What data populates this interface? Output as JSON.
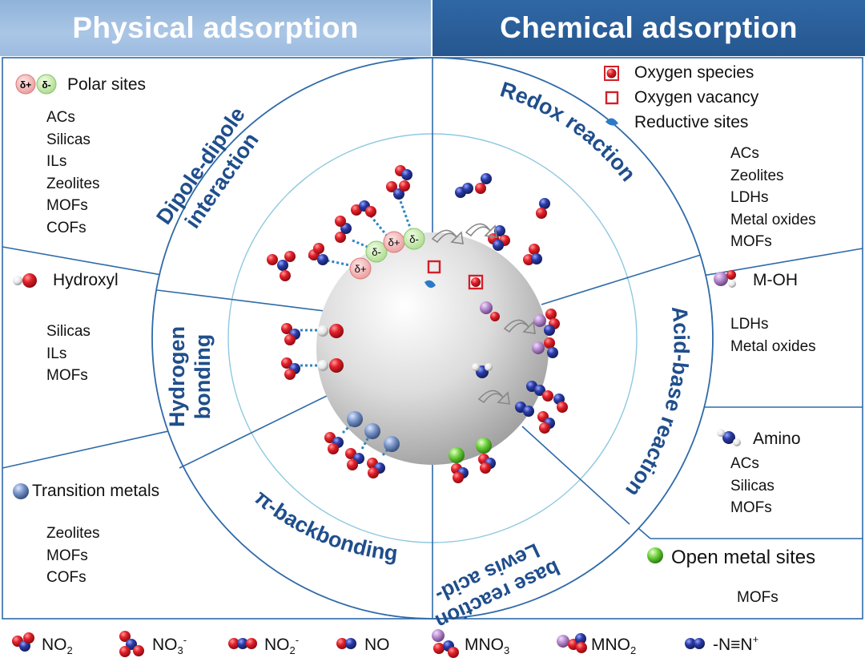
{
  "headers": {
    "physical": "Physical adsorption",
    "chemical": "Chemical adsorption"
  },
  "sectors": {
    "dipole": [
      "Dipole-dipole",
      "interaction"
    ],
    "redox": "Redox reaction",
    "hbond": [
      "Hydrogen",
      "bonding"
    ],
    "acidbase": "Acid-base reaction",
    "pi": "π-backbonding",
    "lewis": [
      "Lewis acid-",
      "base reaction"
    ]
  },
  "panels": {
    "polar": {
      "title": "Polar sites",
      "icon_labels": [
        "δ+",
        "δ-"
      ],
      "items": [
        "ACs",
        "Silicas",
        "ILs",
        "Zeolites",
        "MOFs",
        "COFs"
      ]
    },
    "hydroxyl": {
      "title": "Hydroxyl",
      "items": [
        "Silicas",
        "ILs",
        "MOFs"
      ]
    },
    "transition": {
      "title": "Transition metals",
      "items": [
        "Zeolites",
        "MOFs",
        "COFs"
      ]
    },
    "redox_legend": [
      "Oxygen species",
      "Oxygen vacancy",
      "Reductive sites"
    ],
    "redox_items": [
      "ACs",
      "Zeolites",
      "LDHs",
      "Metal oxides",
      "MOFs"
    ],
    "moh": {
      "title": "M-OH",
      "items": [
        "LDHs",
        "Metal oxides"
      ]
    },
    "amino": {
      "title": "Amino",
      "items": [
        "ACs",
        "Silicas",
        "MOFs"
      ]
    },
    "openmetal": {
      "title": "Open metal sites",
      "items": [
        "MOFs"
      ]
    }
  },
  "center_labels": {
    "dplus": "δ+",
    "dminus": "δ-"
  },
  "legend": [
    {
      "label": "NO",
      "sub": "2",
      "sup": ""
    },
    {
      "label": "NO",
      "sub": "3",
      "sup": "-"
    },
    {
      "label": "NO",
      "sub": "2",
      "sup": "-"
    },
    {
      "label": "NO",
      "sub": "",
      "sup": ""
    },
    {
      "label": "MNO",
      "sub": "3",
      "sup": ""
    },
    {
      "label": "MNO",
      "sub": "2",
      "sup": ""
    },
    {
      "label": "-N≡N",
      "sub": "",
      "sup": "+"
    }
  ],
  "colors": {
    "header_left": "#9dbbe0",
    "header_right": "#2a5f9a",
    "sector_text": "#1f4e8c",
    "grid_line": "#2e6aa8",
    "oxygen": "#e0202a",
    "nitrogen": "#2b3c9e",
    "metal_purple": "#b58acb",
    "metal_blue": "#6f8ec2",
    "metal_green": "#6ccf3a"
  }
}
